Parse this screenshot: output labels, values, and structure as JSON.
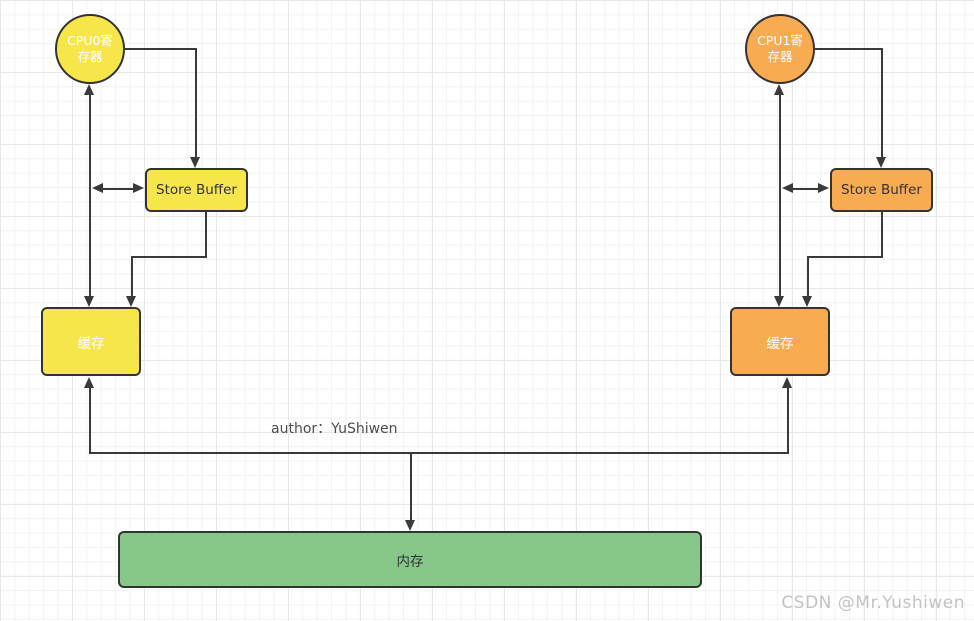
{
  "page": {
    "author_note": "author：YuShiwen",
    "watermark": "CSDN @Mr.Yushiwen"
  },
  "colors": {
    "cpu0_fill": "#F7E64A",
    "cpu1_fill": "#F9AB52",
    "store_buffer_left_fill": "#F7E64A",
    "store_buffer_right_fill": "#F9AB52",
    "cache_left_fill": "#F7E64A",
    "cache_right_fill": "#F9AB52",
    "memory_fill": "#85C88A",
    "node_border": "#333333",
    "connector_line": "#3A3A3A"
  },
  "nodes": {
    "cpu0": {
      "label": "CPU0寄存器",
      "lines": [
        "CPU0寄",
        "存器"
      ]
    },
    "cpu1": {
      "label": "CPU1寄存器",
      "lines": [
        "CPU1寄",
        "存器"
      ]
    },
    "store_buffer_left": {
      "label": "Store Buffer"
    },
    "store_buffer_right": {
      "label": "Store Buffer"
    },
    "cache_left": {
      "label": "缓存"
    },
    "cache_right": {
      "label": "缓存"
    },
    "memory": {
      "label": "内存"
    }
  }
}
